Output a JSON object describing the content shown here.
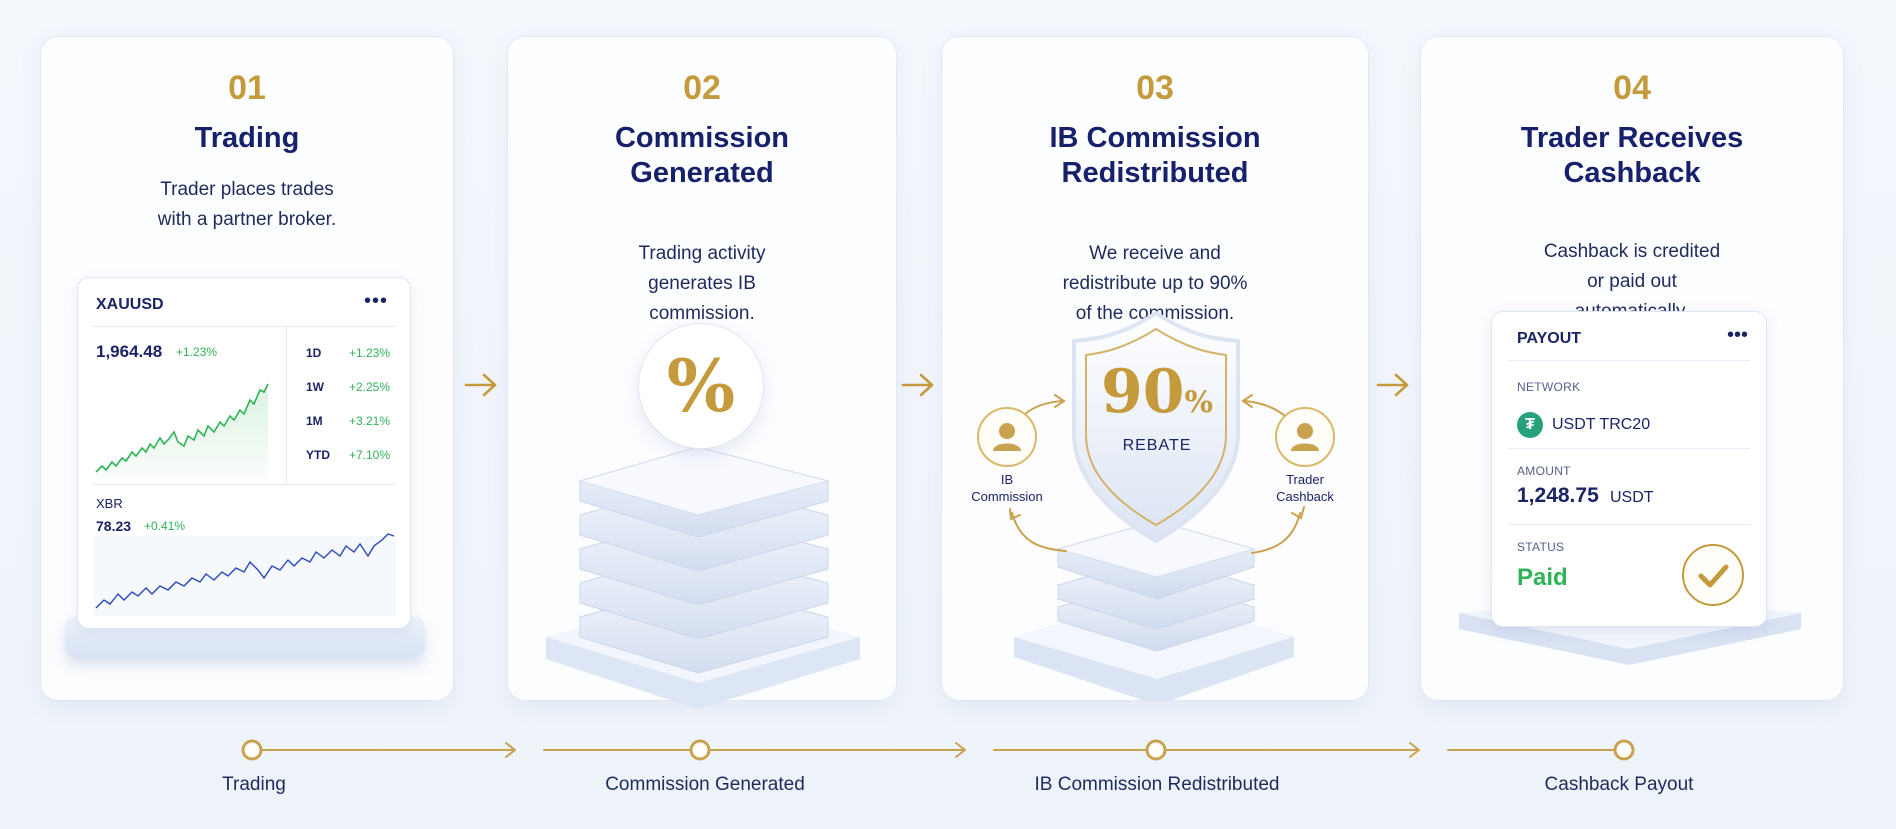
{
  "steps": [
    {
      "number": "01",
      "title_lines": [
        "Trading"
      ],
      "desc_lines": [
        "Trader places trades",
        "with a partner broker."
      ]
    },
    {
      "number": "02",
      "title_lines": [
        "Commission",
        "Generated"
      ],
      "desc_lines": [
        "Trading activity",
        "generates IB",
        "commission."
      ]
    },
    {
      "number": "03",
      "title_lines": [
        "IB Commission",
        "Redistributed"
      ],
      "desc_lines": [
        "We receive and",
        "redistribute up to 90%",
        "of the commission."
      ]
    },
    {
      "number": "04",
      "title_lines": [
        "Trader Receives",
        "Cashback"
      ],
      "desc_lines": [
        "Cashback is credited",
        "or paid out",
        "automatically."
      ]
    }
  ],
  "trading_widget": {
    "symbol": "XAUUSD",
    "menu": "•••",
    "price": "1,964.48",
    "change": "+1.23%",
    "periods": [
      {
        "label": "1D",
        "value": "+1.23%"
      },
      {
        "label": "1W",
        "value": "+2.25%"
      },
      {
        "label": "1M",
        "value": "+3.21%"
      },
      {
        "label": "YTD",
        "value": "+7.10%"
      }
    ],
    "second_symbol": "XBR",
    "second_price": "78.23",
    "second_change": "+0.41%"
  },
  "commission_icon": "%",
  "rebate": {
    "value": "90",
    "unit": "%",
    "label": "REBATE",
    "left_label_lines": [
      "IB",
      "Commission"
    ],
    "right_label_lines": [
      "Trader",
      "Cashback"
    ]
  },
  "payout": {
    "title": "PAYOUT",
    "menu": "•••",
    "network_label": "NETWORK",
    "network_value": "USDT TRC20",
    "amount_label": "AMOUNT",
    "amount_value": "1,248.75",
    "amount_unit": "USDT",
    "status_label": "STATUS",
    "status_value": "Paid"
  },
  "timeline": [
    "Trading",
    "Commission Generated",
    "IB Commission Redistributed",
    "Cashback Payout"
  ],
  "colors": {
    "gold": "#c49a3c",
    "navy": "#17206a",
    "green": "#2fb356",
    "tether": "#26a17b"
  },
  "icons": [
    "arrow-right-icon",
    "percent-icon",
    "shield-icon",
    "person-icon",
    "check-icon",
    "tether-icon"
  ]
}
